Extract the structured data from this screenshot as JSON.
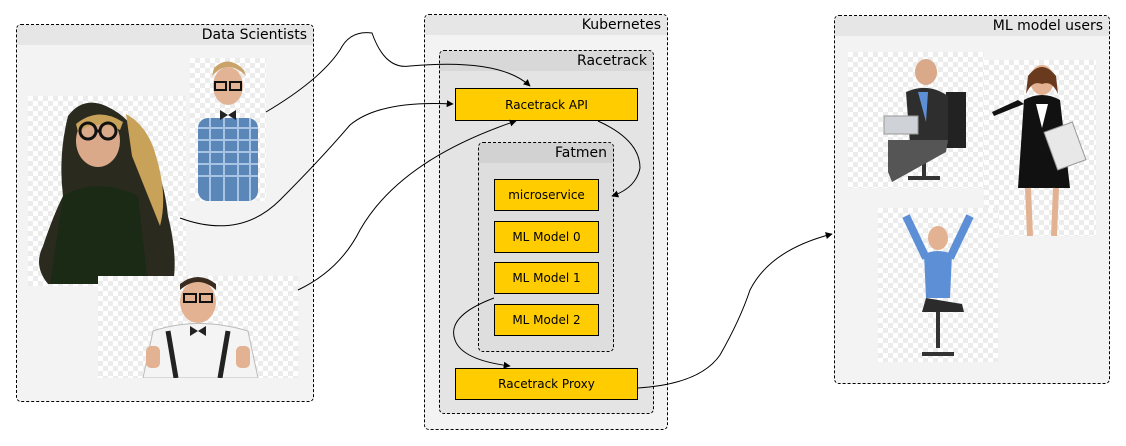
{
  "groups": {
    "data_scientists": "Data Scientists",
    "kubernetes": "Kubernetes",
    "racetrack": "Racetrack",
    "fatmen": "Fatmen",
    "ml_model_users": "ML model users"
  },
  "nodes": {
    "racetrack_api": "Racetrack API",
    "microservice": "microservice",
    "ml_model_0": "ML Model 0",
    "ml_model_1": "ML Model 1",
    "ml_model_2": "ML Model 2",
    "racetrack_proxy": "Racetrack Proxy"
  },
  "colors": {
    "node_fill": "#ffcc00",
    "group_fill": "#f3f3f3",
    "group_header": "#e6e6e6",
    "inner_group_fill": "#dedede"
  },
  "icons": {
    "scientist_1": "data-scientist-woman-glasses-icon",
    "scientist_2": "data-scientist-man-bowtie-icon",
    "scientist_3": "data-scientist-man-suspenders-icon",
    "user_1": "business-man-laptop-icon",
    "user_2": "business-woman-folder-icon",
    "user_3": "business-man-cheering-icon"
  }
}
